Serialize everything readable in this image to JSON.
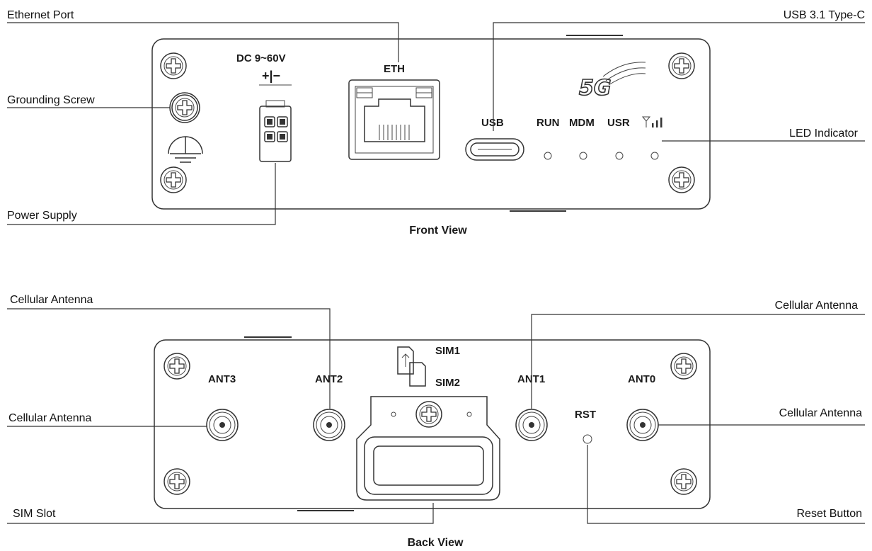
{
  "front_view": {
    "caption": "Front View",
    "callouts": {
      "ethernet_port": "Ethernet Port",
      "usb": "USB 3.1 Type-C",
      "grounding_screw": "Grounding Screw",
      "led_indicator": "LED Indicator",
      "power_supply": "Power Supply"
    },
    "panel_labels": {
      "dc": "DC 9~60V",
      "polarity": "+|−",
      "eth": "ETH",
      "usb": "USB",
      "run": "RUN",
      "mdm": "MDM",
      "usr": "USR",
      "logo": "5G"
    }
  },
  "back_view": {
    "caption": "Back View",
    "callouts": {
      "cellular_antenna_top_left": "Cellular Antenna",
      "cellular_antenna_top_right": "Cellular Antenna",
      "cellular_antenna_left": "Cellular Antenna",
      "cellular_antenna_right": "Cellular Antenna",
      "sim_slot": "SIM Slot",
      "reset_button": "Reset Button"
    },
    "panel_labels": {
      "ant3": "ANT3",
      "ant2": "ANT2",
      "ant1": "ANT1",
      "ant0": "ANT0",
      "sim1": "SIM1",
      "sim2": "SIM2",
      "rst": "RST"
    }
  }
}
